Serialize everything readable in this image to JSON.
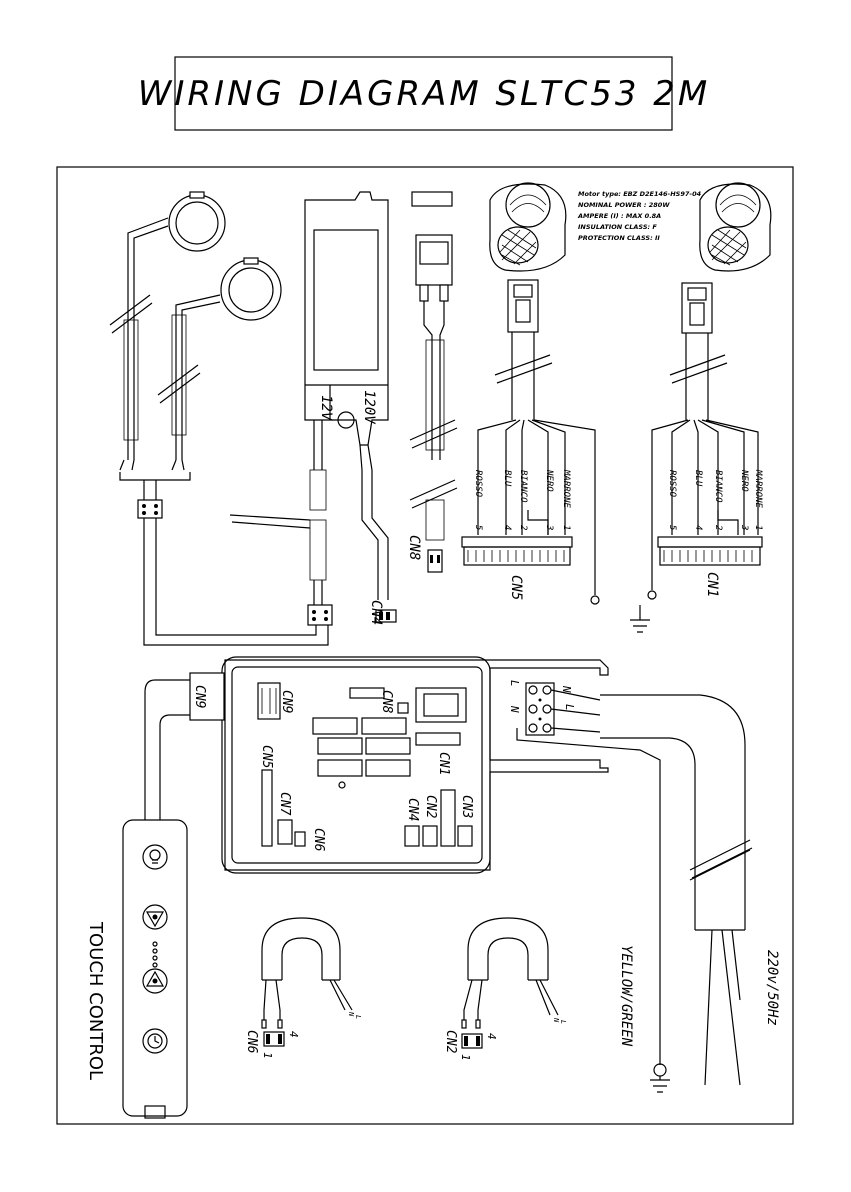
{
  "title": "WIRING DIAGRAM SLTC53 2M",
  "motor_spec": [
    "Motor type: EBZ D2E146-HS97-04",
    "NOMINAL POWER : 280W",
    "AMPERE (I) : MAX 0.8A",
    "INSULATION CLASS: F",
    "PROTECTION CLASS: II"
  ],
  "transformer": {
    "in": "120V",
    "out": "12V"
  },
  "wire_colors": [
    "ROSSO",
    "BLU",
    "BIANCO",
    "NERO",
    "MARRONE"
  ],
  "pin_numbers": [
    "5",
    "4",
    "2",
    "3",
    "1"
  ],
  "connectors": {
    "cn1": "CN1",
    "cn2": "CN2",
    "cn3": "CN3",
    "cn4": "CN4",
    "cn5": "CN5",
    "cn6": "CN6",
    "cn7": "CN7",
    "cn8": "CN8",
    "cn9": "CN9"
  },
  "terminal": {
    "l": "L",
    "n": "N"
  },
  "jumper_pins": {
    "one": "1",
    "four": "4"
  },
  "touch_control": "TOUCH CONTROL",
  "power_supply": "220v/50Hz",
  "ground_wire": "YELLOW/GREEN"
}
